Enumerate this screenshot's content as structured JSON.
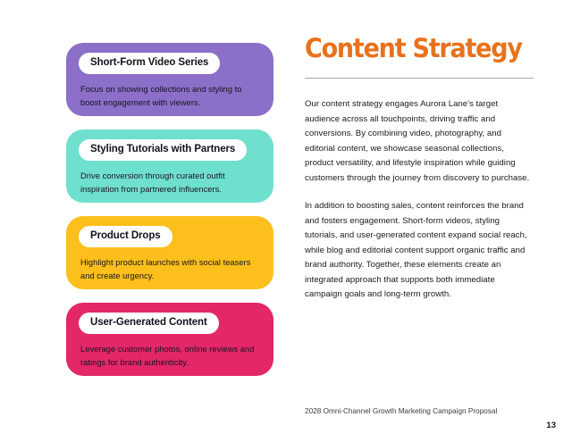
{
  "document": {
    "footer_note": "2028 Omni-Channel Growth Marketing Campaign Proposal",
    "page_number": "13"
  },
  "heading": {
    "title": "Content Strategy",
    "accent_color": "#E8721C"
  },
  "body": {
    "paragraphs": [
      "Our content strategy engages Aurora Lane's target audience across all touchpoints, driving traffic and conversions. By combining video, photography, and editorial content, we showcase seasonal collections, product versatility, and lifestyle inspiration while guiding customers through the journey from discovery to purchase.",
      "In addition to boosting sales, content reinforces the brand and fosters engagement. Short-form videos, styling tutorials, and user-generated content expand social reach, while blog and editorial content support organic traffic and brand authority. Together, these elements create an integrated approach that supports both immediate campaign goals and long-term growth."
    ]
  },
  "cards": [
    {
      "label": "Short-Form Video Series",
      "description": "Focus on showing collections and styling to boost engagement with viewers.",
      "color": "#8B6FC9"
    },
    {
      "label": "Styling Tutorials with Partners",
      "description": "Drive conversion through curated outfit inspiration from partnered influencers.",
      "color": "#6FE0CE"
    },
    {
      "label": "Product Drops",
      "description": "Highlight product launches with social teasers and create urgency.",
      "color": "#FCBF1C"
    },
    {
      "label": "User-Generated Content",
      "description": "Leverage customer photos, online reviews and ratings for brand authenticity.",
      "color": "#E32767"
    }
  ]
}
